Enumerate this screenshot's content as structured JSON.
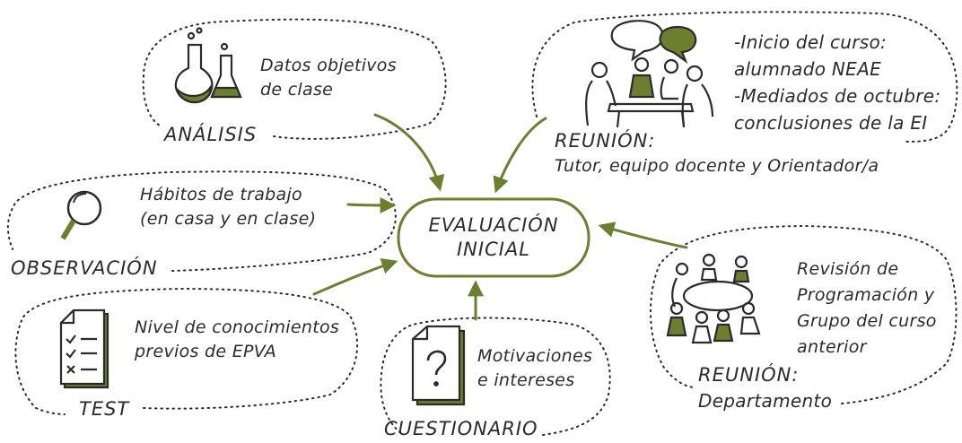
{
  "center": {
    "line1": "EVALUACIÓN",
    "line2": "INICIAL"
  },
  "nodes": {
    "analisis": {
      "title": "ANÁLISIS",
      "desc1": "Datos objetivos",
      "desc2": "de clase"
    },
    "reunion_tutor": {
      "title": "REUNIÓN:",
      "subtitle": "Tutor, equipo docente y Orientador/a",
      "line1": "-Inicio del curso:",
      "line2": "alumnado NEAE",
      "line3": "-Mediados de octubre:",
      "line4": "conclusiones de la EI"
    },
    "observacion": {
      "title": "OBSERVACIÓN",
      "desc1": "Hábitos de trabajo",
      "desc2": "(en casa y en clase)"
    },
    "test": {
      "title": "TEST",
      "desc1": "Nivel de conocimientos",
      "desc2": "previos de EPVA"
    },
    "cuestionario": {
      "title": "CUESTIONARIO",
      "desc1": "Motivaciones",
      "desc2": "e intereses"
    },
    "reunion_depto": {
      "title": "REUNIÓN:",
      "subtitle": "Departamento",
      "line1": "Revisión de",
      "line2": "Programación y",
      "line3": "Grupo del curso",
      "line4": "anterior"
    }
  },
  "colors": {
    "accent": "#6b7f2e",
    "ink": "#2b2b2b"
  },
  "icons": [
    "flasks-icon",
    "meeting-icon",
    "magnifier-icon",
    "checklist-icon",
    "question-paper-icon",
    "group-meeting-icon"
  ]
}
